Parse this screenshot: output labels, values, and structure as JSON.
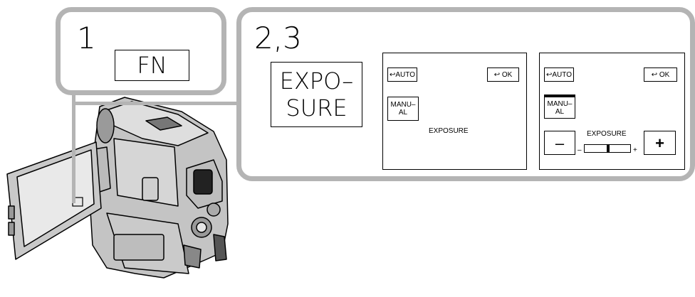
{
  "step1": {
    "number": "1",
    "button_label": "FN"
  },
  "step23": {
    "number": "2,3",
    "button_label": "EXPO–\nSURE"
  },
  "screen_auto": {
    "auto_button": "AUTO",
    "ok_button": "OK",
    "manual_button": "MANU–\nAL",
    "exposure_label": "EXPOSURE"
  },
  "screen_manual": {
    "auto_button": "AUTO",
    "ok_button": "OK",
    "manual_button": "MANU–\nAL",
    "exposure_label": "EXPOSURE",
    "minus_button": "–",
    "plus_button": "+",
    "scale_minus": "–",
    "scale_plus": "+",
    "exposure_level": 0.5
  },
  "colors": {
    "callout_border": "#b4b4b4",
    "camera_gray": "#c8c8c8"
  }
}
